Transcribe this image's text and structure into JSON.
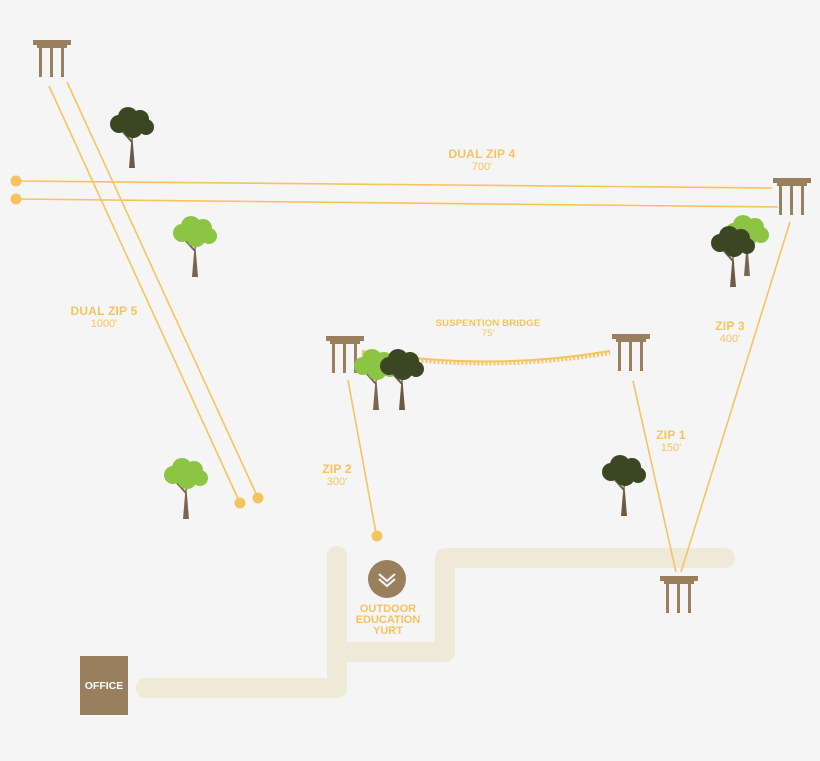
{
  "map": {
    "zip_lines": [
      {
        "id": "dual-zip-4",
        "name": "DUAL ZIP 4",
        "distance": "700'"
      },
      {
        "id": "dual-zip-5",
        "name": "DUAL ZIP 5",
        "distance": "1000'"
      },
      {
        "id": "zip-3",
        "name": "ZIP 3",
        "distance": "400'"
      },
      {
        "id": "zip-2",
        "name": "ZIP 2",
        "distance": "300'"
      },
      {
        "id": "zip-1",
        "name": "ZIP 1",
        "distance": "150'"
      }
    ],
    "bridge": {
      "name": "SUSPENTION BRIDGE",
      "distance": "75'"
    },
    "yurt": {
      "lines": [
        "OUTDOOR",
        "EDUCATION",
        "YURT"
      ]
    },
    "office": {
      "label": "OFFICE"
    },
    "colors": {
      "background": "#f5f5f5",
      "zip_line": "#f7c35f",
      "path": "#efe9d8",
      "platform": "#9a7f5f",
      "tree_light": "#8cc443",
      "tree_dark": "#3b4722",
      "trunk": "#7a6650",
      "office": "#9a7f5f"
    },
    "icons": [
      "platform-icon",
      "tree-icon",
      "chevron-down-icon",
      "endpoint-dot-icon"
    ]
  }
}
